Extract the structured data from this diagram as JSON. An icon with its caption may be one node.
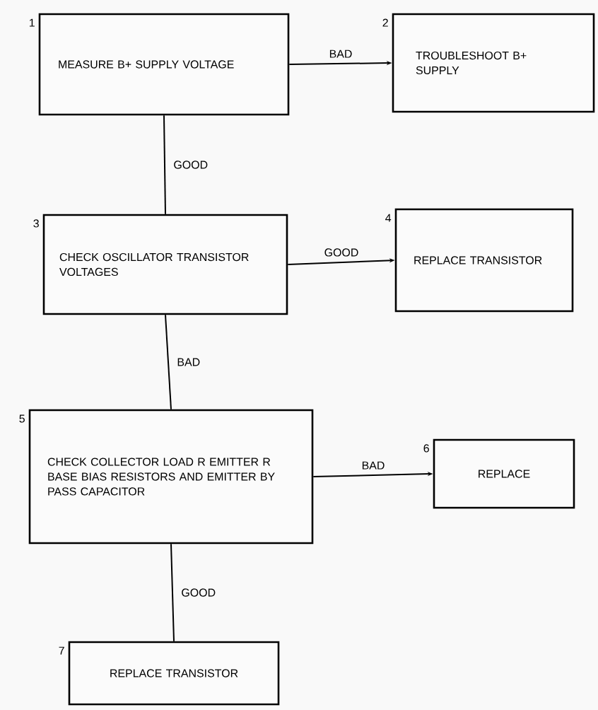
{
  "diagram": {
    "nodes": [
      {
        "text": [
          "MEASURE B+ SUPPLY VOLTAGE"
        ],
        "beside": [
          "1"
        ]
      },
      {
        "text": [
          "TROUBLESHOOT B+ SUPPLY"
        ],
        "beside": [
          "2"
        ]
      },
      {
        "text": [
          "CHECK OSCILLATOR TRANSISTOR VOLTAGES"
        ],
        "beside": [
          "3"
        ]
      },
      {
        "text": [
          "REPLACE TRANSISTOR"
        ],
        "beside": [
          "4"
        ]
      },
      {
        "text": [
          "CHECK COLLECTOR LOAD R EMITTER R BASE BIAS RESISTORS AND EMITTER BY PASS CAPACITOR"
        ],
        "beside": [
          "5"
        ]
      },
      {
        "text": [
          "REPLACE"
        ],
        "beside": [
          "6"
        ]
      },
      {
        "text": [
          "REPLACE TRANSISTOR"
        ],
        "beside": [
          "7"
        ]
      }
    ],
    "edges": [
      {
        "from": 0,
        "to": 1,
        "arrow": "to",
        "label": "BAD"
      },
      {
        "from": 0,
        "to": 2,
        "arrow": "none",
        "label": "GOOD"
      },
      {
        "from": 2,
        "to": 3,
        "arrow": "to",
        "label": "GOOD"
      },
      {
        "from": 2,
        "to": 4,
        "arrow": "none",
        "label": "BAD"
      },
      {
        "from": 4,
        "to": 5,
        "arrow": "to",
        "label": "BAD"
      },
      {
        "from": 4,
        "to": 6,
        "arrow": "none",
        "label": "GOOD"
      }
    ]
  }
}
